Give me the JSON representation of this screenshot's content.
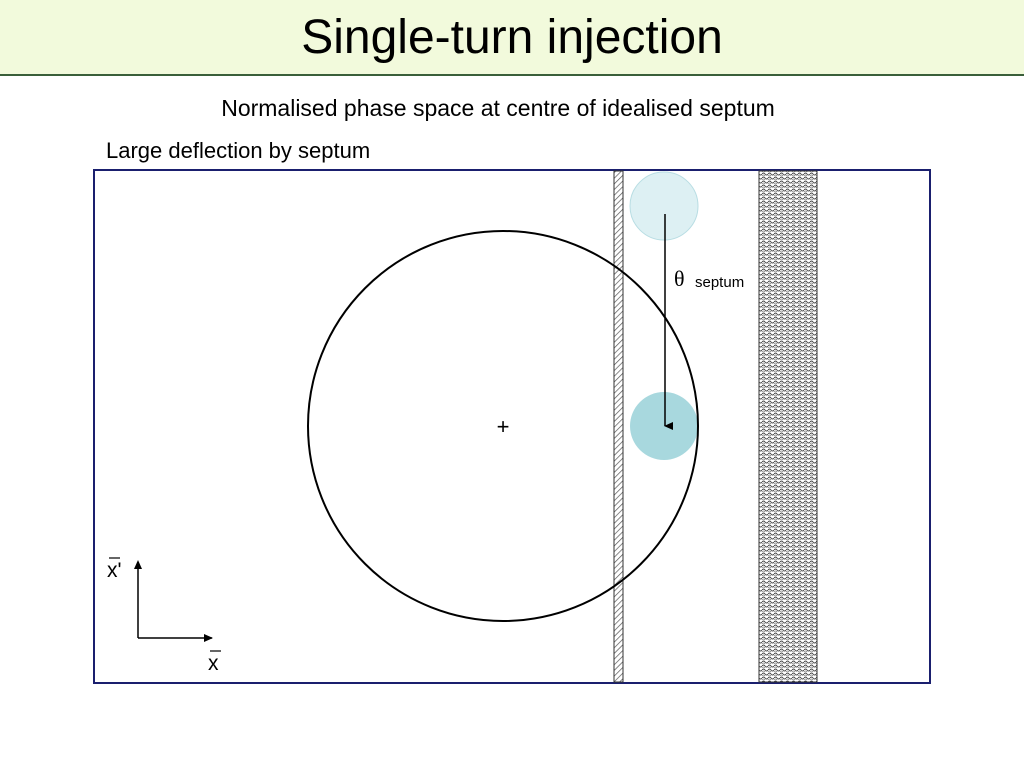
{
  "slide": {
    "title": "Single-turn injection",
    "subtitle": "Normalised phase space at centre of idealised septum",
    "caption": "Large deflection by septum"
  },
  "diagram": {
    "theta_symbol": "θ",
    "theta_label": "septum",
    "center_marker": "+",
    "axis_x_label": "x",
    "axis_xprime_label": "x'"
  },
  "colors": {
    "title_background": "#f2fadc",
    "title_underline": "#3a5f3a",
    "frame": "#1a1f6e",
    "beam_before": "#ddf0f3",
    "beam_after": "#a8d8de"
  }
}
